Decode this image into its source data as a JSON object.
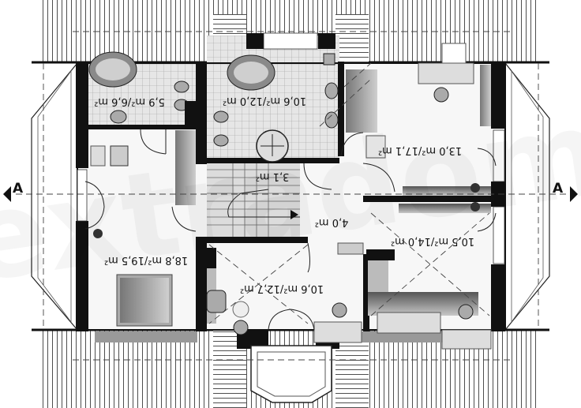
{
  "section_marker": "A",
  "rooms": [
    {
      "id": "bath-small",
      "area": "5,9 m²/6,6 m²"
    },
    {
      "id": "bath-main",
      "area": "10,6 m²/12,0 m²"
    },
    {
      "id": "bedroom-ne",
      "area": "13,0 m²/17,1 m²"
    },
    {
      "id": "stairs",
      "area": "3,1 m²"
    },
    {
      "id": "hall",
      "area": "4,0 m²"
    },
    {
      "id": "bedroom-east",
      "area": "10,5 m²/14,0 m²"
    },
    {
      "id": "bedroom-west",
      "area": "18,8 m²/19,5 m²"
    },
    {
      "id": "bedroom-south",
      "area": "10,6 m²/12,7 m²"
    }
  ],
  "watermark": "extradom"
}
